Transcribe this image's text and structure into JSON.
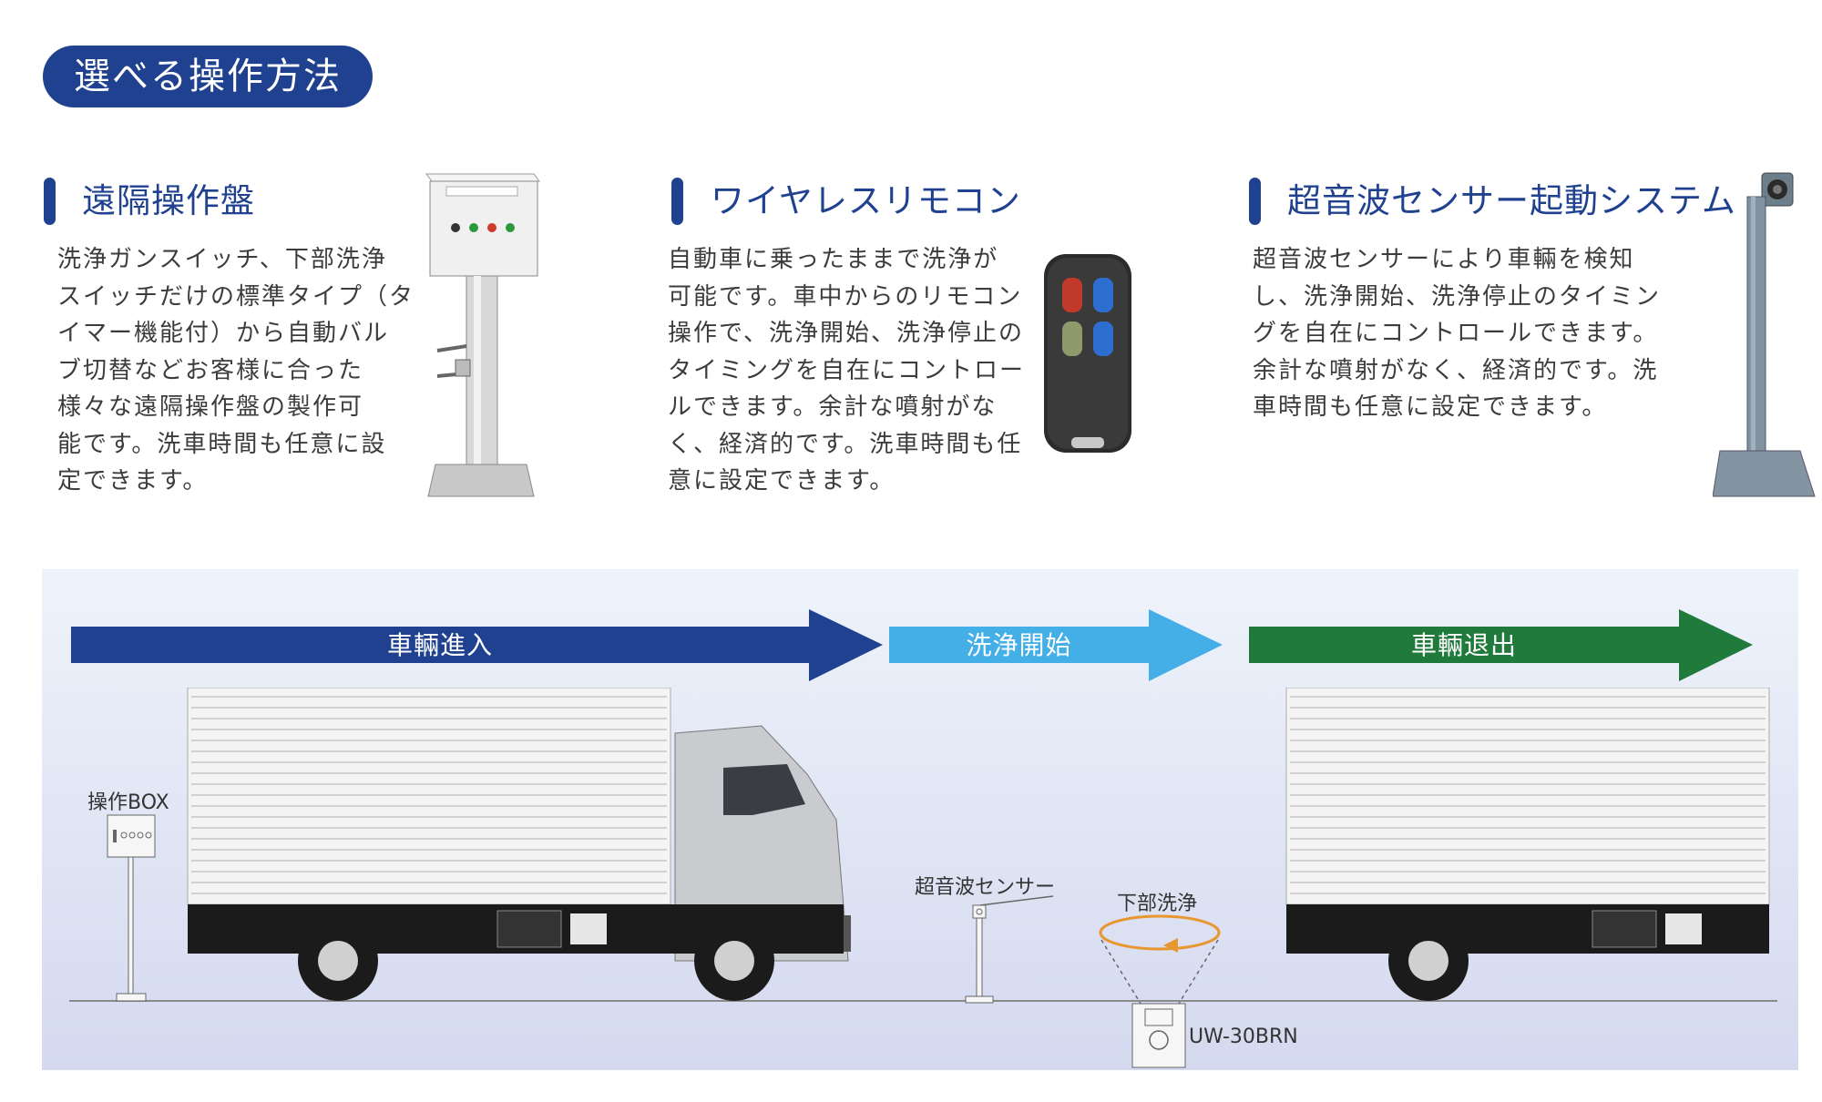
{
  "title": "選べる操作方法",
  "colors": {
    "brand_blue": "#1f4190",
    "flow_blue": "#1f4190",
    "flow_light_blue": "#44aee6",
    "flow_green": "#1f7a3c",
    "sensor_ring_orange": "#e8962e"
  },
  "sections": [
    {
      "title": "遠隔操作盤",
      "body_lines": [
        "洗浄ガンスイッチ、下部洗浄",
        "スイッチだけの標準タイプ（タ",
        "イマー機能付）から自動バル",
        "ブ切替などお客様に合った",
        "様々な遠隔操作盤の製作可",
        "能です。洗車時間も任意に設",
        "定できます。"
      ],
      "image_icon": "control-panel-stand-icon"
    },
    {
      "title": "ワイヤレスリモコン",
      "body_lines": [
        "自動車に乗ったままで洗浄が",
        "可能です。車中からのリモコン",
        "操作で、洗浄開始、洗浄停止の",
        "タイミングを自在にコントロー",
        "ルできます。余計な噴射がな",
        "く、経済的です。洗車時間も任",
        "意に設定できます。"
      ],
      "image_icon": "wireless-remote-icon"
    },
    {
      "title": "超音波センサー起動システム",
      "body_lines": [
        "超音波センサーにより車輛を検知",
        "し、洗浄開始、洗浄停止のタイミン",
        "グを自在にコントロールできます。",
        "余計な噴射がなく、経済的です。洗",
        "車時間も任意に設定できます。"
      ],
      "image_icon": "ultrasonic-sensor-pole-icon"
    }
  ],
  "flow": [
    {
      "label": "車輛進入"
    },
    {
      "label": "洗浄開始"
    },
    {
      "label": "車輛退出"
    }
  ],
  "diagram_labels": {
    "operation_box": "操作BOX",
    "ultrasonic_sensor": "超音波センサー",
    "underbody_wash": "下部洗浄",
    "model": "UW-30BRN"
  }
}
